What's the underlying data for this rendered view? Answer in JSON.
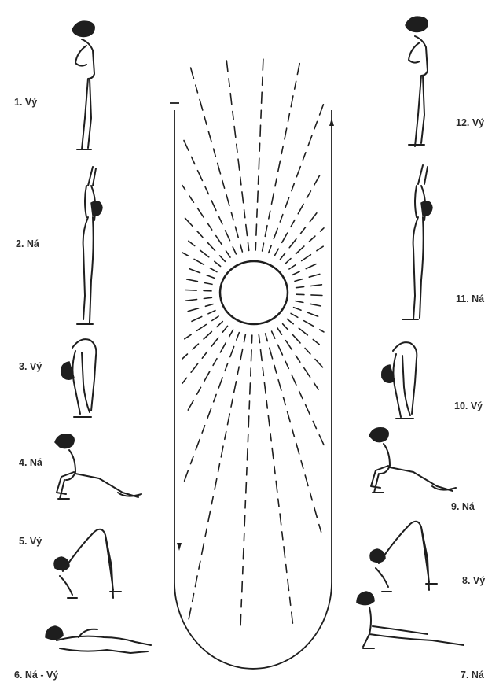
{
  "poses": [
    {
      "label": "1. Vý"
    },
    {
      "label": "2. Ná"
    },
    {
      "label": "3. Vý"
    },
    {
      "label": "4. Ná"
    },
    {
      "label": "5. Vý"
    },
    {
      "label": "6. Ná - Vý"
    },
    {
      "label": "7. Ná"
    },
    {
      "label": "8. Vý"
    },
    {
      "label": "9. Ná"
    },
    {
      "label": "10. Vý"
    },
    {
      "label": "11. Ná"
    },
    {
      "label": "12. Vý"
    }
  ]
}
